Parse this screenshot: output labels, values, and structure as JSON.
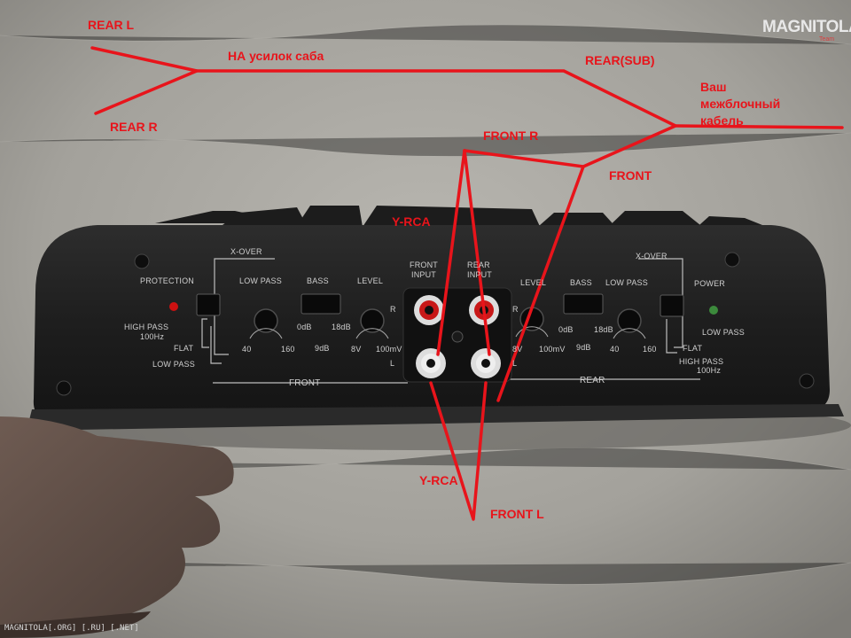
{
  "annotations": {
    "rear_l": "REAR L",
    "rear_r": "REAR R",
    "na_usilok": "НА усилок саба",
    "rear_sub": "REAR(SUB)",
    "vash_line1": "Ваш",
    "vash_line2": "межблочный",
    "vash_line3": "кабель",
    "front_r": "FRONT R",
    "front": "FRONT",
    "y_rca_top": "Y-RCA",
    "y_rca_bottom": "Y-RCA",
    "front_l": "FRONT L",
    "color": "#e8141b"
  },
  "panel": {
    "protection": "PROTECTION",
    "xover_left": "X-OVER",
    "low_pass_left": "LOW PASS",
    "bass_left": "BASS",
    "level_left": "LEVEL",
    "front_input_1": "FRONT",
    "front_input_2": "INPUT",
    "rear_input_1": "REAR",
    "rear_input_2": "INPUT",
    "level_right": "LEVEL",
    "bass_right": "BASS",
    "low_pass_right": "LOW PASS",
    "xover_right": "X-OVER",
    "power": "POWER",
    "high_pass_left_1": "HIGH PASS",
    "high_pass_left_2": "100Hz",
    "flat_left": "FLAT",
    "low_pass_sw_left": "LOW PASS",
    "low_pass_sw_right": "LOW PASS",
    "flat_right": "FLAT",
    "high_pass_right_1": "HIGH PASS",
    "high_pass_right_2": "100Hz",
    "lp_40_l": "40",
    "lp_160_l": "160",
    "db0_l": "0dB",
    "db9_l": "9dB",
    "db18_l": "18dB",
    "lv_8v_l": "8V",
    "lv_100mv_l": "100mV",
    "r_mark_l": "R",
    "l_mark_l": "L",
    "r_mark_r": "R",
    "l_mark_r": "L",
    "lv_8v_r": "8V",
    "lv_100mv_r": "100mV",
    "db0_r": "0dB",
    "db9_r": "9dB",
    "db18_r": "18dB",
    "lp_40_r": "40",
    "lp_160_r": "160",
    "front_section": "FRONT",
    "rear_section": "REAR"
  },
  "watermark": {
    "logo": "MAGNITOLA",
    "logo_sub": "Team",
    "footer": "MAGNITOLA[.ORG] [.RU] [.NET]"
  }
}
